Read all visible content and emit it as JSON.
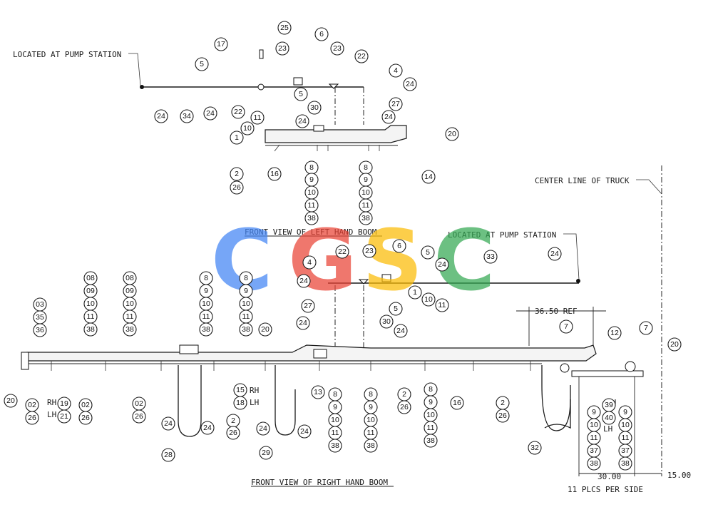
{
  "left_boom": {
    "title": "FRONT VIEW OF LEFT HAND BOOM",
    "pump_note": "LOCATED AT PUMP STATION",
    "callouts": [
      {
        "n": "25"
      },
      {
        "n": "17"
      },
      {
        "n": "23"
      },
      {
        "n": "6"
      },
      {
        "n": "23"
      },
      {
        "n": "22"
      },
      {
        "n": "5"
      },
      {
        "n": "4"
      },
      {
        "n": "5"
      },
      {
        "n": "24"
      },
      {
        "n": "24"
      },
      {
        "n": "34"
      },
      {
        "n": "24"
      },
      {
        "n": "22"
      },
      {
        "n": "11"
      },
      {
        "n": "30"
      },
      {
        "n": "27"
      },
      {
        "n": "10"
      },
      {
        "n": "1"
      },
      {
        "n": "24"
      },
      {
        "n": "24"
      },
      {
        "n": "20"
      },
      {
        "n": "2"
      },
      {
        "n": "26"
      },
      {
        "n": "16"
      },
      {
        "n": "14"
      },
      {
        "n": "8"
      },
      {
        "n": "9"
      },
      {
        "n": "10"
      },
      {
        "n": "11"
      },
      {
        "n": "38"
      },
      {
        "n": "8"
      },
      {
        "n": "9"
      },
      {
        "n": "10"
      },
      {
        "n": "11"
      },
      {
        "n": "38"
      }
    ]
  },
  "right_boom": {
    "title": "FRONT VIEW OF RIGHT HAND BOOM",
    "pump_note": "LOCATED AT PUMP STATION",
    "center_line": "CENTER LINE OF TRUCK",
    "dim_ref": "36.50 REF",
    "dim_30": "30.00",
    "dim_15": "15.00",
    "note_plcs": "11 PLCS PER SIDE",
    "rh": "RH",
    "lh": "LH",
    "callouts": [
      {
        "n": "03"
      },
      {
        "n": "35"
      },
      {
        "n": "36"
      },
      {
        "n": "08"
      },
      {
        "n": "09"
      },
      {
        "n": "10"
      },
      {
        "n": "11"
      },
      {
        "n": "38"
      },
      {
        "n": "08"
      },
      {
        "n": "09"
      },
      {
        "n": "10"
      },
      {
        "n": "11"
      },
      {
        "n": "38"
      },
      {
        "n": "8"
      },
      {
        "n": "9"
      },
      {
        "n": "10"
      },
      {
        "n": "11"
      },
      {
        "n": "38"
      },
      {
        "n": "8"
      },
      {
        "n": "9"
      },
      {
        "n": "10"
      },
      {
        "n": "11"
      },
      {
        "n": "38"
      },
      {
        "n": "20"
      },
      {
        "n": "4"
      },
      {
        "n": "22"
      },
      {
        "n": "23"
      },
      {
        "n": "6"
      },
      {
        "n": "5"
      },
      {
        "n": "24"
      },
      {
        "n": "33"
      },
      {
        "n": "24"
      },
      {
        "n": "24"
      },
      {
        "n": "1"
      },
      {
        "n": "10"
      },
      {
        "n": "11"
      },
      {
        "n": "5"
      },
      {
        "n": "27"
      },
      {
        "n": "30"
      },
      {
        "n": "24"
      },
      {
        "n": "24"
      },
      {
        "n": "20"
      },
      {
        "n": "02"
      },
      {
        "n": "26"
      },
      {
        "n": "19"
      },
      {
        "n": "21"
      },
      {
        "n": "02"
      },
      {
        "n": "26"
      },
      {
        "n": "02"
      },
      {
        "n": "26"
      },
      {
        "n": "24"
      },
      {
        "n": "24"
      },
      {
        "n": "28"
      },
      {
        "n": "2"
      },
      {
        "n": "26"
      },
      {
        "n": "15"
      },
      {
        "n": "18"
      },
      {
        "n": "24"
      },
      {
        "n": "24"
      },
      {
        "n": "29"
      },
      {
        "n": "13"
      },
      {
        "n": "8"
      },
      {
        "n": "9"
      },
      {
        "n": "10"
      },
      {
        "n": "11"
      },
      {
        "n": "38"
      },
      {
        "n": "8"
      },
      {
        "n": "9"
      },
      {
        "n": "10"
      },
      {
        "n": "11"
      },
      {
        "n": "38"
      },
      {
        "n": "2"
      },
      {
        "n": "26"
      },
      {
        "n": "8"
      },
      {
        "n": "9"
      },
      {
        "n": "10"
      },
      {
        "n": "11"
      },
      {
        "n": "38"
      },
      {
        "n": "16"
      },
      {
        "n": "2"
      },
      {
        "n": "26"
      },
      {
        "n": "32"
      },
      {
        "n": "7"
      },
      {
        "n": "12"
      },
      {
        "n": "7"
      },
      {
        "n": "20"
      },
      {
        "n": "39"
      },
      {
        "n": "40"
      },
      {
        "n": "9"
      },
      {
        "n": "10"
      },
      {
        "n": "11"
      },
      {
        "n": "37"
      },
      {
        "n": "38"
      },
      {
        "n": "9"
      },
      {
        "n": "10"
      },
      {
        "n": "11"
      },
      {
        "n": "37"
      },
      {
        "n": "38"
      }
    ]
  },
  "watermark": {
    "letters": [
      "C",
      "G",
      "S",
      "C"
    ],
    "colors": [
      "#4285f4",
      "#ea4335",
      "#fbbc05",
      "#34a853"
    ]
  }
}
